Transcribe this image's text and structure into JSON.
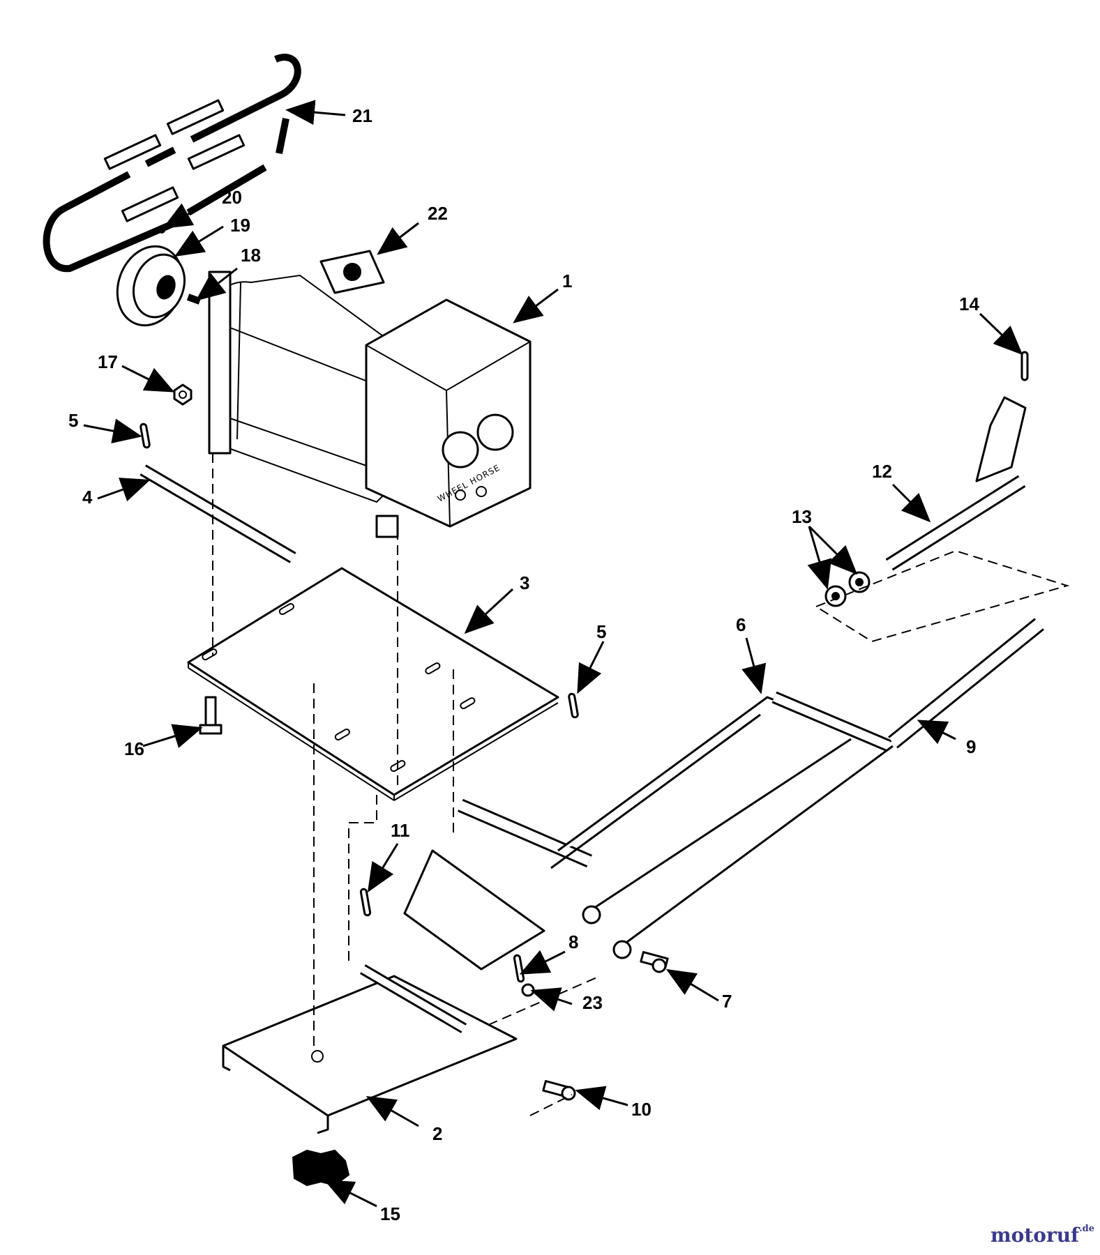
{
  "callouts": [
    {
      "id": "1",
      "label": "1"
    },
    {
      "id": "2",
      "label": "2"
    },
    {
      "id": "3",
      "label": "3"
    },
    {
      "id": "4",
      "label": "4"
    },
    {
      "id": "5a",
      "label": "5"
    },
    {
      "id": "5b",
      "label": "5"
    },
    {
      "id": "6",
      "label": "6"
    },
    {
      "id": "7",
      "label": "7"
    },
    {
      "id": "8",
      "label": "8"
    },
    {
      "id": "9",
      "label": "9"
    },
    {
      "id": "10",
      "label": "10"
    },
    {
      "id": "11",
      "label": "11"
    },
    {
      "id": "12",
      "label": "12"
    },
    {
      "id": "13",
      "label": "13"
    },
    {
      "id": "14",
      "label": "14"
    },
    {
      "id": "15",
      "label": "15"
    },
    {
      "id": "16",
      "label": "16"
    },
    {
      "id": "17",
      "label": "17"
    },
    {
      "id": "18",
      "label": "18"
    },
    {
      "id": "19",
      "label": "19"
    },
    {
      "id": "20",
      "label": "20"
    },
    {
      "id": "21",
      "label": "21"
    },
    {
      "id": "22",
      "label": "22"
    },
    {
      "id": "23",
      "label": "23"
    }
  ],
  "motor_brand": "WHEEL HORSE",
  "watermark": {
    "main": "motoruf",
    "suffix": ".de"
  }
}
